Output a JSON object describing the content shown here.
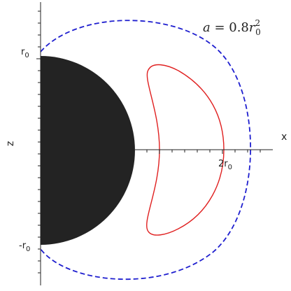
{
  "annotation": {
    "lhs": "a",
    "eq": " = 0.8",
    "base": "r",
    "base_sub": "0",
    "base_sup": "2"
  },
  "axes": {
    "x_label": "x",
    "z_label": "z"
  },
  "ticks": {
    "z_top": {
      "main": "r",
      "sub": "0"
    },
    "z_bottom": {
      "main": "-r",
      "sub": "0"
    },
    "x_2r0": {
      "main": "2r",
      "sub": "0"
    }
  },
  "colors": {
    "body": "#232323",
    "dashed_curve": "#1f1fcf",
    "solid_curve": "#e02020",
    "axis": "#222222"
  }
}
